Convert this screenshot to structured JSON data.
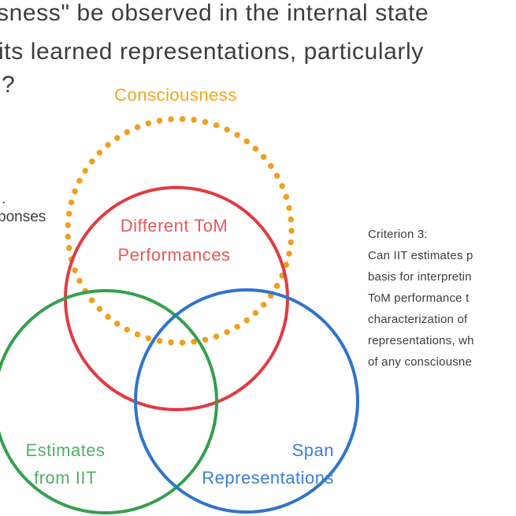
{
  "colors": {
    "background": "#ffffff",
    "heading_text": "#3d3d3d",
    "body_text": "#3d3d3d",
    "orange": "#F09F1E",
    "orange_label": "#F5A51C",
    "red": "#E23B40",
    "red_label": "#E8595C",
    "green": "#34A04E",
    "green_label": "#53AE68",
    "blue": "#2F74CA",
    "blue_label": "#3B7EDB"
  },
  "header": {
    "line1": "sness\" be observed in the internal state",
    "line2": "its learned representations, particularly",
    "line3": "?"
  },
  "left_fragment": {
    "line1": ".",
    "line2": "ponses"
  },
  "venn": {
    "consciousness": {
      "label": "Consciousness"
    },
    "tom": {
      "line1": "Different ToM",
      "line2": "Performances"
    },
    "iit": {
      "line1": "Estimates",
      "line2": "from IIT"
    },
    "span": {
      "line1": "Span",
      "line2": "Representations"
    }
  },
  "criterion3": {
    "lines": [
      "Criterion 3:",
      "Can IIT estimates p",
      "basis for interpretin",
      "ToM performance t",
      "characterization of",
      "representations, wh",
      "of any consciousne"
    ]
  }
}
